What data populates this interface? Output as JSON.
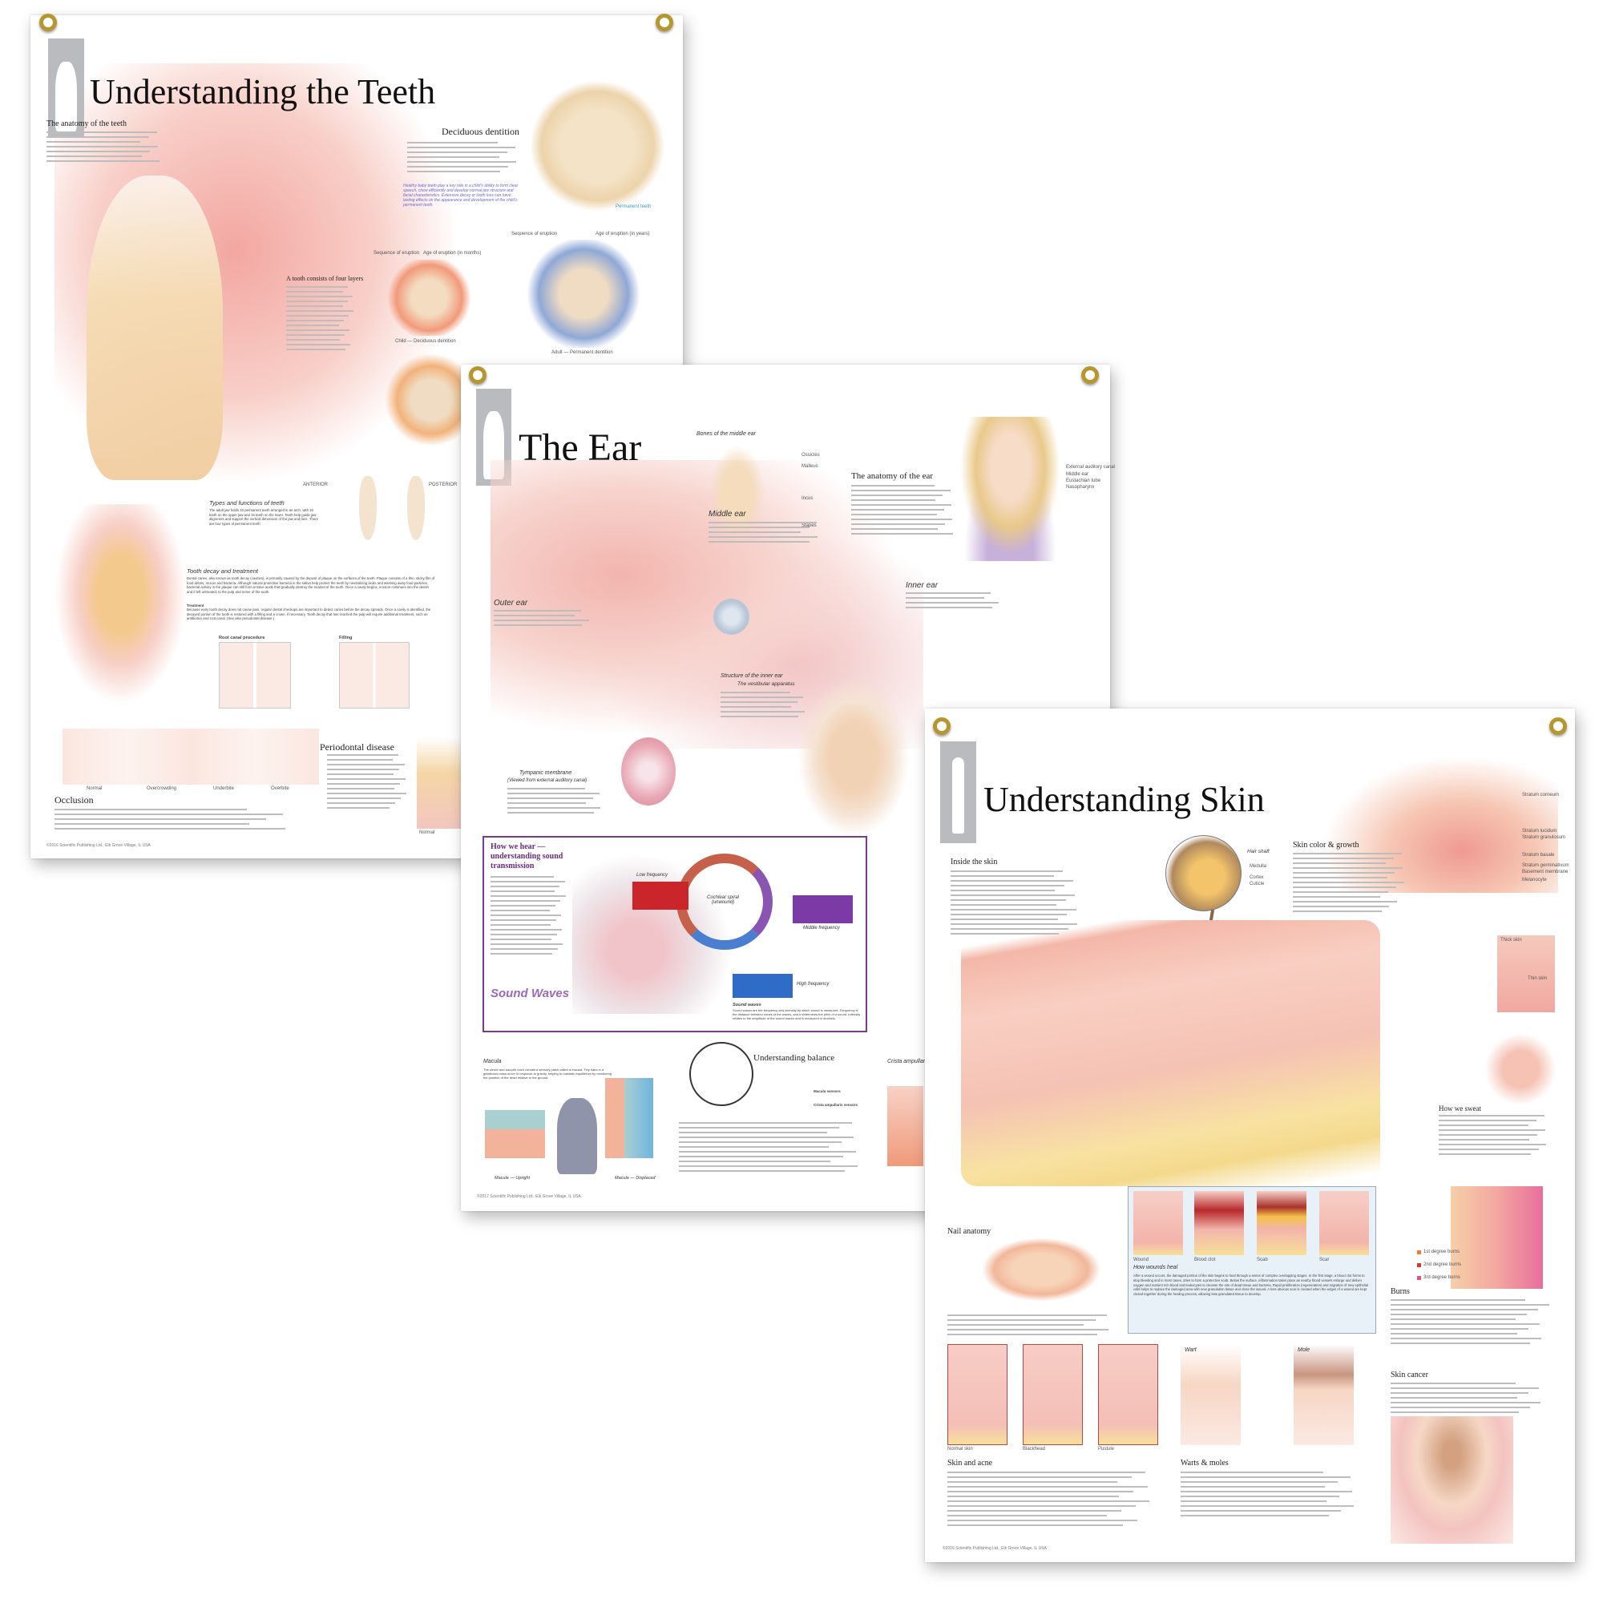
{
  "teeth": {
    "title": "Understanding the Teeth",
    "deciduous_heading": "Deciduous dentition",
    "deciduous_note": "Healthy baby teeth play a key role in a child's ability to form clear speech, chew efficiently and develop normal jaw structure and facial characteristics. Extensive decay or tooth loss can have lasting effects on the appearance and development of the child's permanent teeth.",
    "permanent_teeth_legend": "Permanent teeth",
    "anatomy_heading": "The anatomy of the teeth",
    "layers_heading": "A tooth consists of four layers",
    "child_caption": "Child — Deciduous dentition",
    "adult_caption": "Adult — Permanent dentition",
    "sequence_label": "Sequence of eruption",
    "age_months_label": "Age of eruption (in months)",
    "age_years_label": "Age of eruption (in years)",
    "types_heading": "Types and functions of teeth",
    "types_text": "The adult jaw holds 32 permanent teeth arranged in an arch, with 16 teeth on the upper jaw and 16 teeth on the lower. Teeth help guide jaw alignment and support the vertical dimension of the jaw and face. There are four types of permanent teeth.",
    "anterior_label": "ANTERIOR",
    "posterior_label": "POSTERIOR",
    "decay_heading": "Tooth decay and treatment",
    "decay_text": "Dental caries, also known as tooth decay (cavities), is primarily caused by the deposit of plaque on the surfaces of the teeth. Plaque consists of a thin, sticky film of food debris, mucus and bacteria. Although natural protective bacteria in the saliva help protect the teeth by neutralizing acids and washing away food particles, bacterial activity in the plaque can still form erosive acids that gradually destroy the enamel of the tooth. Once a cavity begins, erosion continues into the dentin and if left untreated, to the pulp and nerve of the tooth.",
    "treatment_heading": "Treatment",
    "treatment_text": "Because early tooth decay does not cause pain, regular dental checkups are important to detect caries before the decay spreads. Once a cavity is identified, the decayed portion of the tooth is restored with a filling and a crown, if necessary. Tooth decay that has reached the pulp will require additional treatment, such as antibiotics and root canal. (See also periodontal disease.)",
    "root_canal_label": "Root canal procedure",
    "filling_label": "Filling",
    "occlusion_heading": "Occlusion",
    "occlusion_labels": [
      "Normal",
      "Overcrowding",
      "Underbite",
      "Overbite"
    ],
    "periodontal_heading": "Periodontal disease",
    "periodontal_caption": "Normal",
    "copyright": "©2016 Scientific Publishing Ltd., Elk Grove Village, IL USA"
  },
  "ear": {
    "title": "The Ear",
    "bones_heading": "Bones of the middle ear",
    "bone_labels": [
      "Ossicles",
      "Malleus",
      "Incus",
      "Stapes"
    ],
    "middle_heading": "Middle ear",
    "anatomy_heading": "The anatomy of the ear",
    "girl_labels": [
      "External auditory canal",
      "Middle ear",
      "Eustachian tube",
      "Nasopharynx"
    ],
    "outer_heading": "Outer ear",
    "inner_heading": "Inner ear",
    "structure_heading": "Structure of the inner ear",
    "structure_sub": "The vestibular apparatus",
    "tympanic_heading": "Tympanic membrane",
    "tympanic_sub": "(Viewed from external auditory canal)",
    "hear_heading": "How we hear — understanding sound transmission",
    "low_freq": "Low frequency",
    "middle_freq": "Middle frequency",
    "high_freq": "High frequency",
    "cochlear_label": "Cochlear spiral (unwound)",
    "sound_waves_art": "Sound Waves",
    "sound_waves_heading": "Sound waves",
    "sound_waves_text": "Sound waves are the frequency and intensity by which sound is measured. Frequency is the distance between crests of the waves, and it determines the pitch of a sound. Intensity relates to the amplitude of the sound waves and is measured in decibels.",
    "balance_heading": "Understanding balance",
    "macula_sensors": "Macula sensors",
    "crista_sensors": "Crista ampullaris sensors",
    "macula_heading": "Macula",
    "macula_text": "The utricle and saccule each contain a sensory patch called a macula. Tiny hairs in a gelatinous mass move in response to gravity, helping to maintain equilibrium by monitoring the position of the head relative to the ground.",
    "macula_upright": "Macula — Upright",
    "macula_displaced": "Macula — Displaced",
    "crista_heading": "Crista ampullaris",
    "copyright": "©2017 Scientific Publishing Ltd., Elk Grove Village, IL USA"
  },
  "skin": {
    "title": "Understanding Skin",
    "inside_heading": "Inside the skin",
    "hair_shaft_label": "Hair shaft",
    "hair_labels": [
      "Medulla",
      "Cortex",
      "Cuticle"
    ],
    "color_heading": "Skin color & growth",
    "layer_labels": [
      "Stratum corneum",
      "Stratum lucidum",
      "Stratum granulosum",
      "Stratum basale",
      "Stratum germinativum",
      "Basement membrane",
      "Melanocyte"
    ],
    "sweat_heading": "How we sweat",
    "thick_skin": "Thick skin",
    "thin_skin": "Thin skin",
    "wounds_heading": "How wounds heal",
    "wound_stages": [
      "Wound",
      "Blood clot",
      "Scab",
      "Scar"
    ],
    "wounds_text": "After a wound occurs, the damaged portion of the skin begins to heal through a series of complex overlapping stages. In the first stage, a blood clot forms to stop bleeding and in most cases, dries to form a protective scab. Below the surface, inflammation takes place as nearby blood vessels enlarge and deliver oxygen and nutrient rich blood and leukocytes to cleanse the site of dead tissue and bacteria. Rapid proliferation (regeneration) and migration of new epithelial cells helps to replace the damaged area with new granulation tissue and close the wound. A less obvious scar is created when the edges of a wound are kept closed together during the healing process, allowing less granulated tissue to develop.",
    "nail_heading": "Nail anatomy",
    "burns_heading": "Burns",
    "burn_legend": [
      "1st degree burns",
      "2nd degree burns",
      "3rd degree burns"
    ],
    "cancer_heading": "Skin cancer",
    "acne_captions": [
      "Normal skin",
      "Blackhead",
      "Pustule"
    ],
    "acne_heading": "Skin and acne",
    "wart_label": "Wart",
    "mole_label": "Mole",
    "warts_heading": "Warts & moles",
    "copyright": "©2016 Scientific Publishing Ltd., Elk Grove Village, IL USA",
    "colors": {
      "burn1": "#f07a3a",
      "burn2": "#e0352b",
      "burn3": "#e8507a"
    }
  }
}
